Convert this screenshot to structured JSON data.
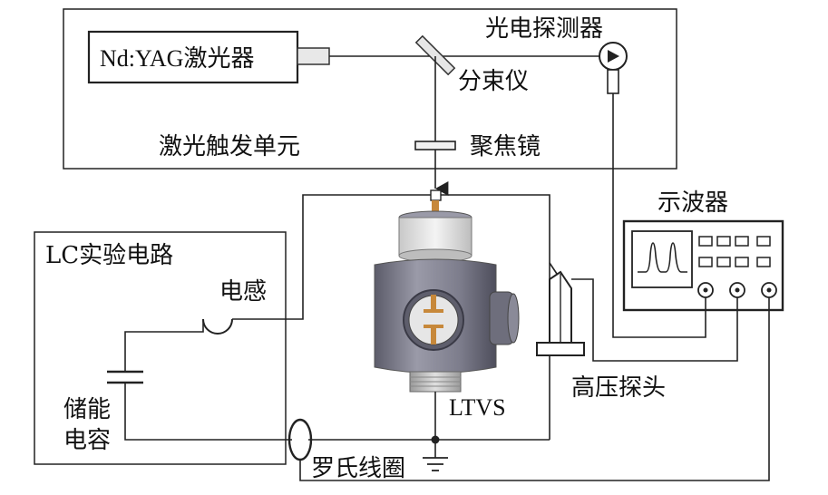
{
  "labels": {
    "laser": "Nd:YAG激光器",
    "photodetector": "光电探测器",
    "beam_splitter": "分束仪",
    "laser_trigger_unit": "激光触发单元",
    "focusing_lens": "聚焦镜",
    "oscilloscope": "示波器",
    "lc_circuit": "LC实验电路",
    "inductor": "电感",
    "storage_capacitor_line1": "储能",
    "storage_capacitor_line2": "电容",
    "ltvs": "LTVS",
    "hv_probe": "高压探头",
    "rogowski_coil": "罗氏线圈"
  },
  "colors": {
    "device_body": "#7d7d8c",
    "device_dark": "#4e4e5c",
    "copper": "#c7883a",
    "scope_face": "#f2f2f2",
    "wire": "#222222"
  }
}
